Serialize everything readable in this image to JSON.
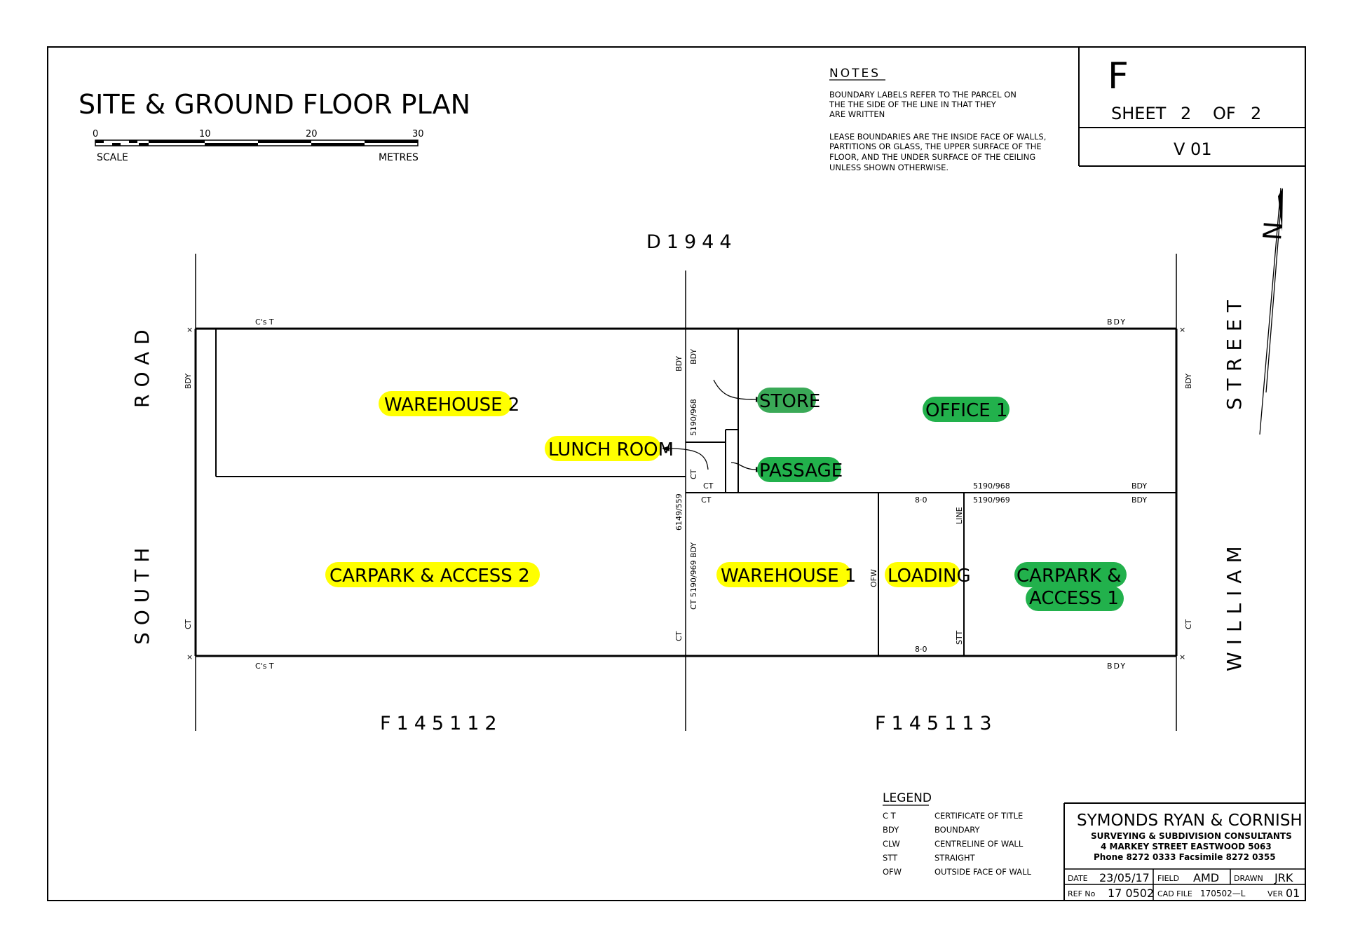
{
  "title": "SITE & GROUND FLOOR PLAN",
  "scale": {
    "ticks": [
      "0",
      "10",
      "20",
      "30"
    ],
    "left_label": "SCALE",
    "right_label": "METRES"
  },
  "notes": {
    "heading": "NOTES",
    "para1": [
      "BOUNDARY LABELS REFER TO THE PARCEL ON",
      "THE THE SIDE OF THE LINE IN THAT THEY",
      "ARE WRITTEN"
    ],
    "para2": [
      "LEASE BOUNDARIES ARE THE INSIDE FACE OF WALLS,",
      "PARTITIONS OR GLASS, THE UPPER SURFACE OF THE",
      "FLOOR, AND THE UNDER SURFACE OF THE CEILING",
      "UNLESS SHOWN OTHERWISE."
    ]
  },
  "sheet": {
    "letter": "F",
    "sheet_word": "SHEET",
    "sheet_no": "2",
    "of_word": "OF",
    "sheet_total": "2",
    "version": "V 01"
  },
  "parcels": {
    "top": "D1944",
    "bottom_left": "F145112",
    "bottom_right": "F145113"
  },
  "roads": {
    "left_upper": "ROAD",
    "left_lower": "SOUTH",
    "right_upper": "STREET",
    "right_lower": "WILLIAM"
  },
  "north_label": "N",
  "areas": {
    "warehouse2": "WAREHOUSE 2",
    "lunch_room": "LUNCH ROOM",
    "store": "STORE",
    "passage": "PASSAGE",
    "office1": "OFFICE 1",
    "carpark2": "CARPARK & ACCESS 2",
    "warehouse1": "WAREHOUSE 1",
    "loading": "LOADING",
    "carpark1_line1": "CARPARK &",
    "carpark1_line2": "ACCESS 1"
  },
  "boundary_labels": {
    "cst": "C's T",
    "bdy": "BDY",
    "ct": "CT",
    "title_5190_968": "5190/968",
    "title_5190_969": "5190/969",
    "title_6149_559": "6149/559",
    "ct_5190_969_bdy": "CT 5190/969 BDY",
    "ofw": "OFW",
    "line": "LINE",
    "stt": "STT",
    "dist": "8·0",
    "x_mark": "×"
  },
  "legend": {
    "heading": "LEGEND",
    "items": [
      {
        "code": "C T",
        "desc": "CERTIFICATE OF TITLE"
      },
      {
        "code": "BDY",
        "desc": "BOUNDARY"
      },
      {
        "code": "CLW",
        "desc": "CENTRELINE OF WALL"
      },
      {
        "code": "STT",
        "desc": "STRAIGHT"
      },
      {
        "code": "OFW",
        "desc": "OUTSIDE FACE OF WALL"
      }
    ]
  },
  "title_block": {
    "company": "SYMONDS RYAN & CORNISH",
    "line1": "SURVEYING & SUBDIVISION CONSULTANTS",
    "line2": "4 MARKEY STREET  EASTWOOD 5063",
    "line3": "Phone 8272 0333   Facsimile 8272 0355",
    "date_label": "DATE",
    "date": "23/05/17",
    "field_label": "FIELD",
    "field": "AMD",
    "drawn_label": "DRAWN",
    "drawn": "JRK",
    "ref_label": "REF No",
    "ref": "17 0502",
    "cad_label": "CAD FILE",
    "cad": "170502—L",
    "ver_label": "VER",
    "ver": "01"
  },
  "colors": {
    "yellow": "#ffff00",
    "green": "#22b14c",
    "store_green": "#3aa957"
  }
}
